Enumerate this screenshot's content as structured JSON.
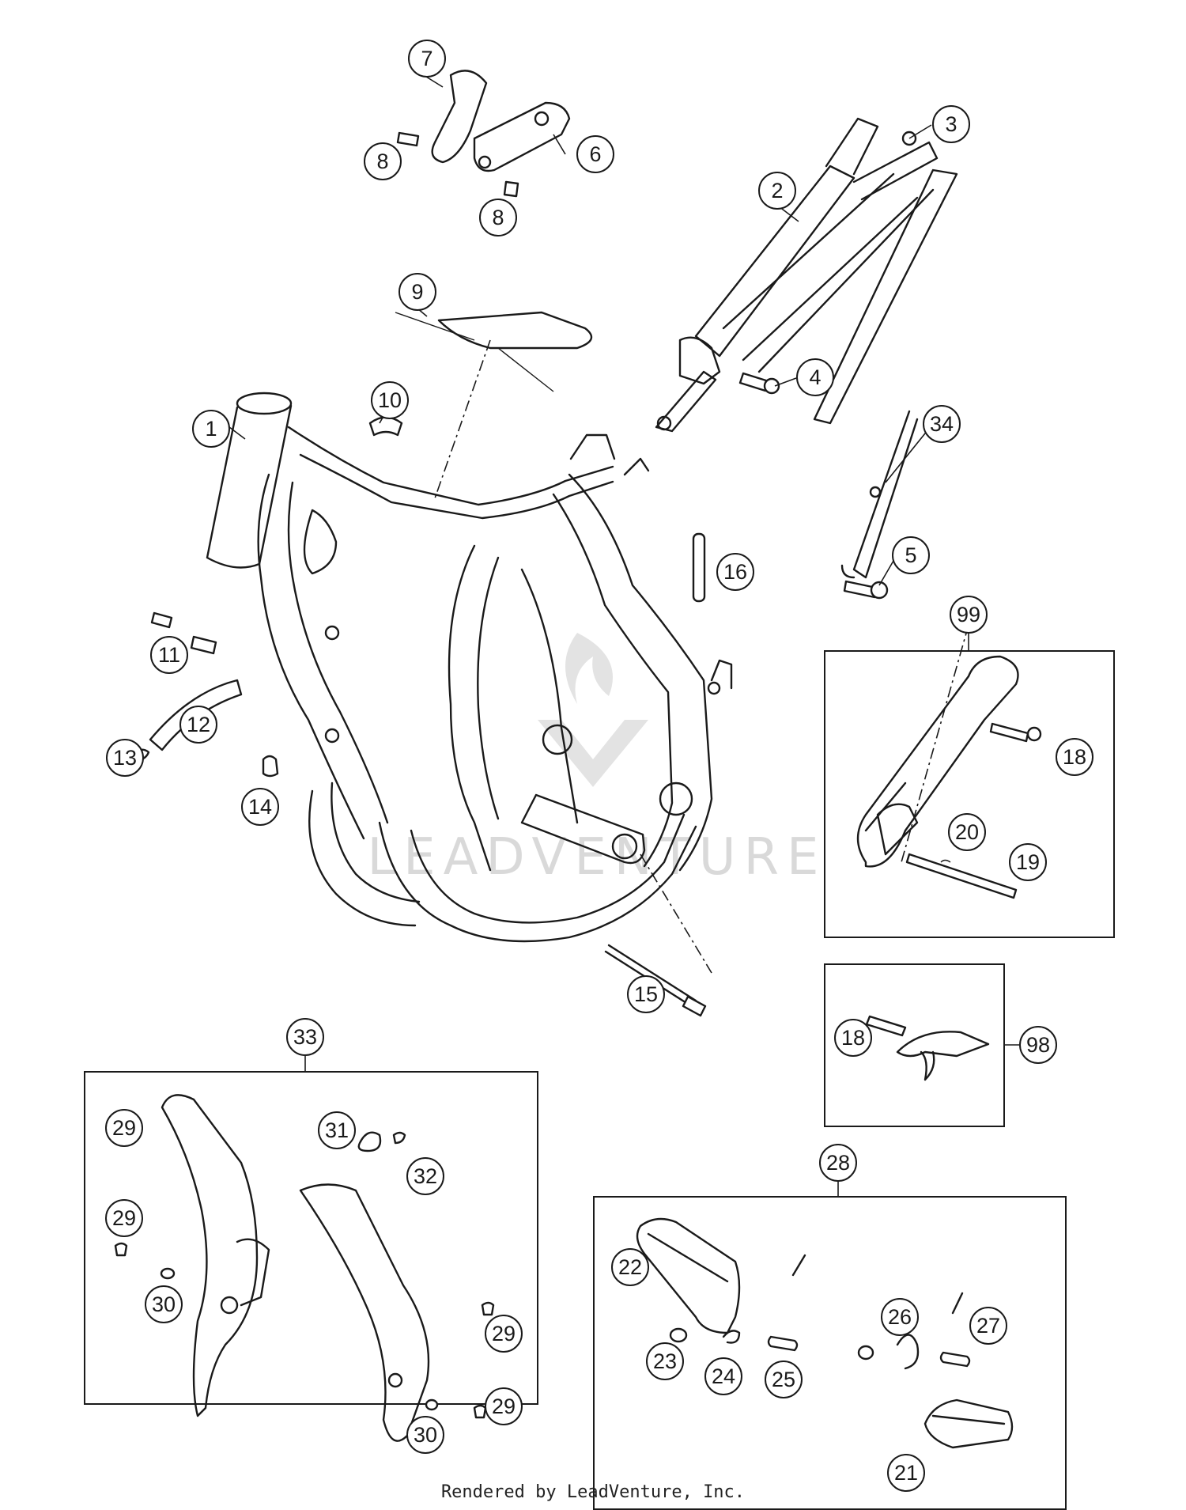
{
  "footer": "Rendered by LeadVenture, Inc.",
  "watermark": "LEADVENTURE",
  "callouts": {
    "c1": "1",
    "c2": "2",
    "c3": "3",
    "c4": "4",
    "c5": "5",
    "c6": "6",
    "c7": "7",
    "c8a": "8",
    "c8b": "8",
    "c9": "9",
    "c10": "10",
    "c11": "11",
    "c12": "12",
    "c13": "13",
    "c14": "14",
    "c15": "15",
    "c16": "16",
    "c18a": "18",
    "c18b": "18",
    "c19": "19",
    "c20": "20",
    "c21": "21",
    "c22": "22",
    "c23": "23",
    "c24": "24",
    "c25": "25",
    "c26": "26",
    "c27": "27",
    "c28": "28",
    "c29a": "29",
    "c29b": "29",
    "c29c": "29",
    "c29d": "29",
    "c30a": "30",
    "c30b": "30",
    "c31": "31",
    "c32": "32",
    "c33": "33",
    "c34": "34",
    "c98": "98",
    "c99": "99"
  }
}
